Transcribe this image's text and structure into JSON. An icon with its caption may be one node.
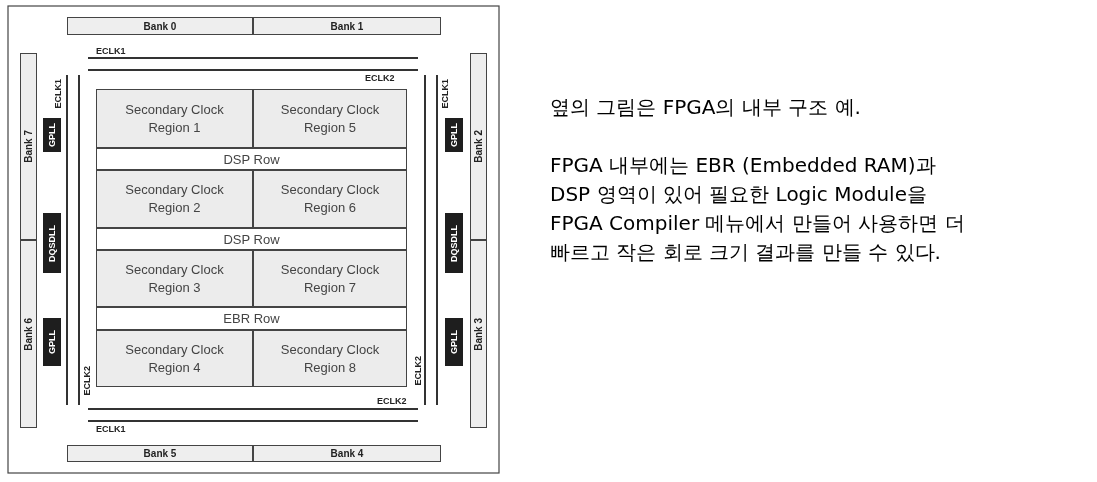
{
  "diagram": {
    "nodes": [
      {
        "text": [
          "Bank 0"
        ]
      },
      {
        "text": [
          "Bank 1"
        ]
      },
      {
        "text": [
          "Bank 7"
        ]
      },
      {
        "text": [
          "GPLL"
        ]
      },
      {
        "text": [
          "GPLL"
        ]
      },
      {
        "text": [
          "Bank 2"
        ]
      },
      {
        "text": [
          "Secondary Clock Region 1"
        ]
      },
      {
        "text": [
          "Secondary Clock Region 5"
        ]
      },
      {
        "text": [
          "DSP Row"
        ]
      },
      {
        "text": [
          "Secondary Clock Region 2"
        ]
      },
      {
        "text": [
          "Secondary Clock Region 6"
        ]
      },
      {
        "text": [
          "DQSDLL"
        ]
      },
      {
        "text": [
          "DQSDLL"
        ]
      },
      {
        "text": [
          "DSP Row"
        ]
      },
      {
        "text": [
          "Secondary Clock Region 3"
        ]
      },
      {
        "text": [
          "Secondary Clock Region 7"
        ]
      },
      {
        "text": [
          "Bank 6"
        ]
      },
      {
        "text": [
          "Bank 3"
        ]
      },
      {
        "text": [
          "EBR Row"
        ]
      },
      {
        "text": [
          "GPLL"
        ]
      },
      {
        "text": [
          "GPLL"
        ]
      },
      {
        "text": [
          "Secondary Clock Region 4"
        ]
      },
      {
        "text": [
          "Secondary Clock Region 8"
        ]
      },
      {
        "text": [
          "Bank 5"
        ]
      },
      {
        "text": [
          "Bank 4"
        ]
      }
    ],
    "labels": [
      "ECLK1",
      "ECLK2",
      "ECLK1",
      "ECLK1",
      "ECLK2",
      "ECLK2",
      "ECLK2",
      "ECLK1",
      "옆의 그림은 FPGA의 내부 구조 예.",
      "FPGA 내부에는 EBR (Embedded RAM)과 DSP 영역이 있어 필요한 Logic Module을 FPGA Compiler 메뉴에서 만들어 사용하면 더 빠르고 작은 회로 크기 결과를 만들 수 있다."
    ]
  }
}
